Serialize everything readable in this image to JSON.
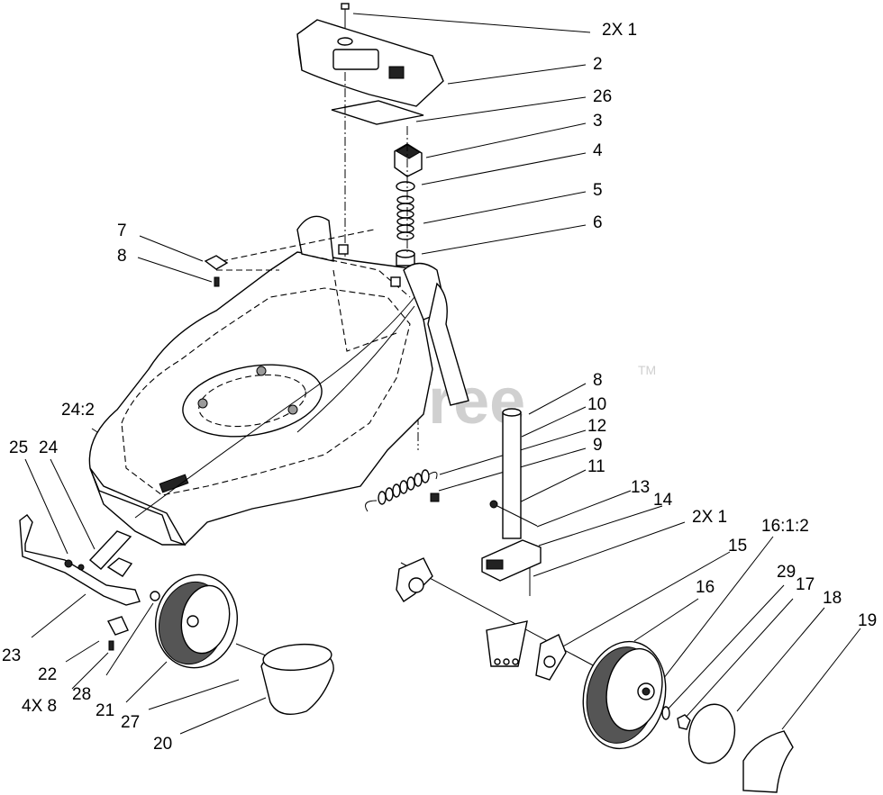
{
  "watermark": {
    "text": "PartsTree",
    "trademark": "TM"
  },
  "callouts": [
    {
      "id": "c-2x1-top",
      "text": "2X 1"
    },
    {
      "id": "c-2",
      "text": "2"
    },
    {
      "id": "c-26",
      "text": "26"
    },
    {
      "id": "c-3",
      "text": "3"
    },
    {
      "id": "c-4",
      "text": "4"
    },
    {
      "id": "c-5",
      "text": "5"
    },
    {
      "id": "c-6",
      "text": "6"
    },
    {
      "id": "c-7",
      "text": "7"
    },
    {
      "id": "c-8-left",
      "text": "8"
    },
    {
      "id": "c-8-right",
      "text": "8"
    },
    {
      "id": "c-10",
      "text": "10"
    },
    {
      "id": "c-12",
      "text": "12"
    },
    {
      "id": "c-9",
      "text": "9"
    },
    {
      "id": "c-11",
      "text": "11"
    },
    {
      "id": "c-13",
      "text": "13"
    },
    {
      "id": "c-14",
      "text": "14"
    },
    {
      "id": "c-2x1-mid",
      "text": "2X 1"
    },
    {
      "id": "c-16-1-2",
      "text": "16:1:2"
    },
    {
      "id": "c-15",
      "text": "15"
    },
    {
      "id": "c-29",
      "text": "29"
    },
    {
      "id": "c-17",
      "text": "17"
    },
    {
      "id": "c-16",
      "text": "16"
    },
    {
      "id": "c-18",
      "text": "18"
    },
    {
      "id": "c-19",
      "text": "19"
    },
    {
      "id": "c-24-2",
      "text": "24:2"
    },
    {
      "id": "c-25",
      "text": "25"
    },
    {
      "id": "c-24",
      "text": "24"
    },
    {
      "id": "c-23",
      "text": "23"
    },
    {
      "id": "c-22",
      "text": "22"
    },
    {
      "id": "c-4x8",
      "text": "4X 8"
    },
    {
      "id": "c-28",
      "text": "28"
    },
    {
      "id": "c-21",
      "text": "21"
    },
    {
      "id": "c-27",
      "text": "27"
    },
    {
      "id": "c-20",
      "text": "20"
    }
  ]
}
